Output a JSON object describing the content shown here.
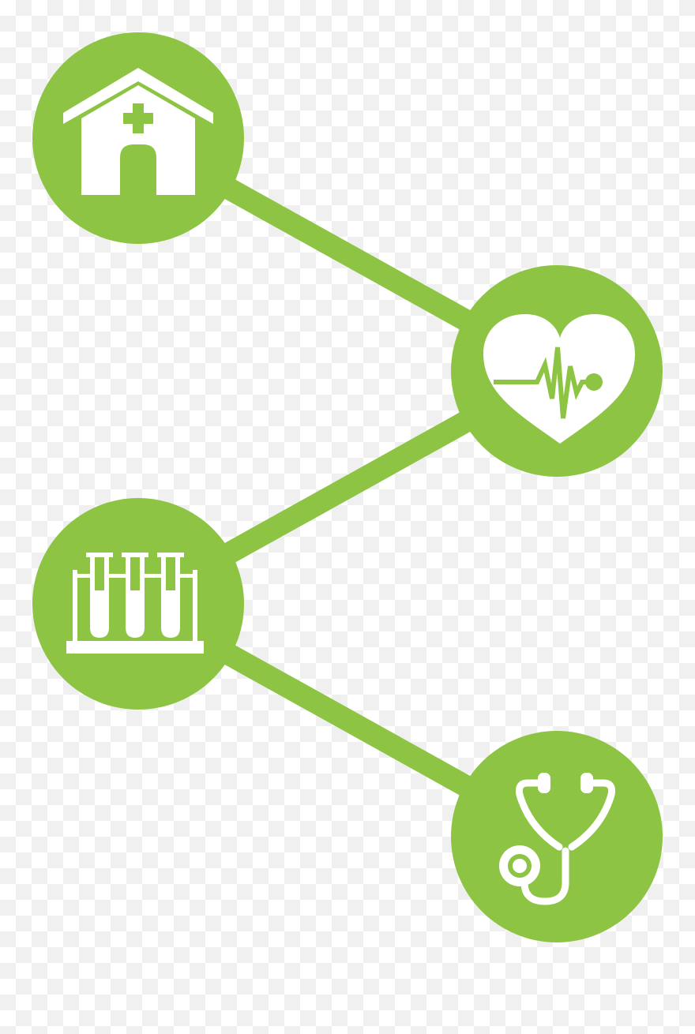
{
  "colors": {
    "accent": "#8dc443",
    "icon": "#ffffff"
  },
  "nodes": [
    {
      "id": "hospital",
      "icon": "hospital-icon"
    },
    {
      "id": "heartbeat",
      "icon": "heartbeat-icon"
    },
    {
      "id": "test-tubes",
      "icon": "test-tubes-icon"
    },
    {
      "id": "stethoscope",
      "icon": "stethoscope-icon"
    }
  ],
  "connections": [
    {
      "from": "hospital",
      "to": "heartbeat"
    },
    {
      "from": "heartbeat",
      "to": "test-tubes"
    },
    {
      "from": "test-tubes",
      "to": "stethoscope"
    }
  ]
}
